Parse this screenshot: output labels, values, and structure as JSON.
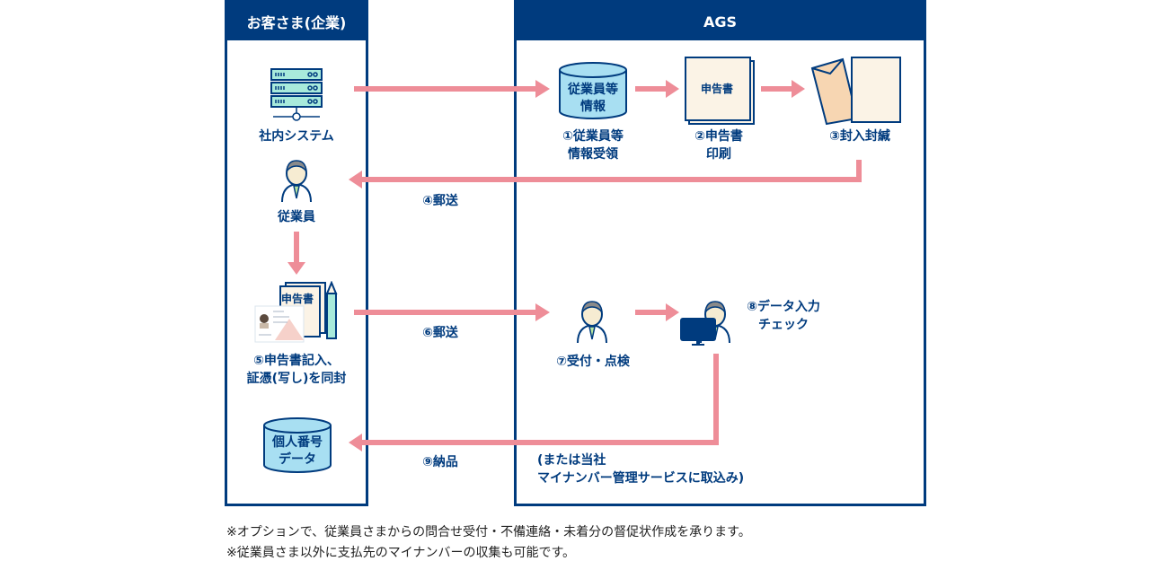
{
  "lanes": {
    "client": "お客さま(企業)",
    "ags": "AGS"
  },
  "client": {
    "system_label": "社内システム",
    "employee_label": "従業員",
    "step5_label_line1": "⑤申告書記入、",
    "step5_label_line2": "証憑(写し)を同封",
    "form_doc_label": "申告書",
    "result_db_line1": "個人番号",
    "result_db_line2": "データ"
  },
  "ags": {
    "db_line1": "従業員等",
    "db_line2": "情報",
    "step1_line1": "①従業員等",
    "step1_line2": "情報受領",
    "print_doc_label": "申告書",
    "step2_line1": "②申告書",
    "step2_line2": "印刷",
    "step3_label": "③封入封緘",
    "step7_label": "⑦受付・点検",
    "step8_line1": "⑧データ入力",
    "step8_line2": "チェック",
    "alt_line1": "(または当社",
    "alt_line2": "マイナンバー管理サービスに取込み)"
  },
  "transit": {
    "step4": "④郵送",
    "step6": "⑥郵送",
    "step9": "⑨納品"
  },
  "notes": [
    "※オプションで、従業員さまからの問合せ受付・不備連絡・未着分の督促状作成を承ります。",
    "※従業員さま以外に支払先のマイナンバーの収集も可能です。"
  ],
  "colors": {
    "navy": "#003b7e",
    "arrow": "#ee8d98",
    "mint": "#a8eadb",
    "paper": "#fbf3e6"
  }
}
